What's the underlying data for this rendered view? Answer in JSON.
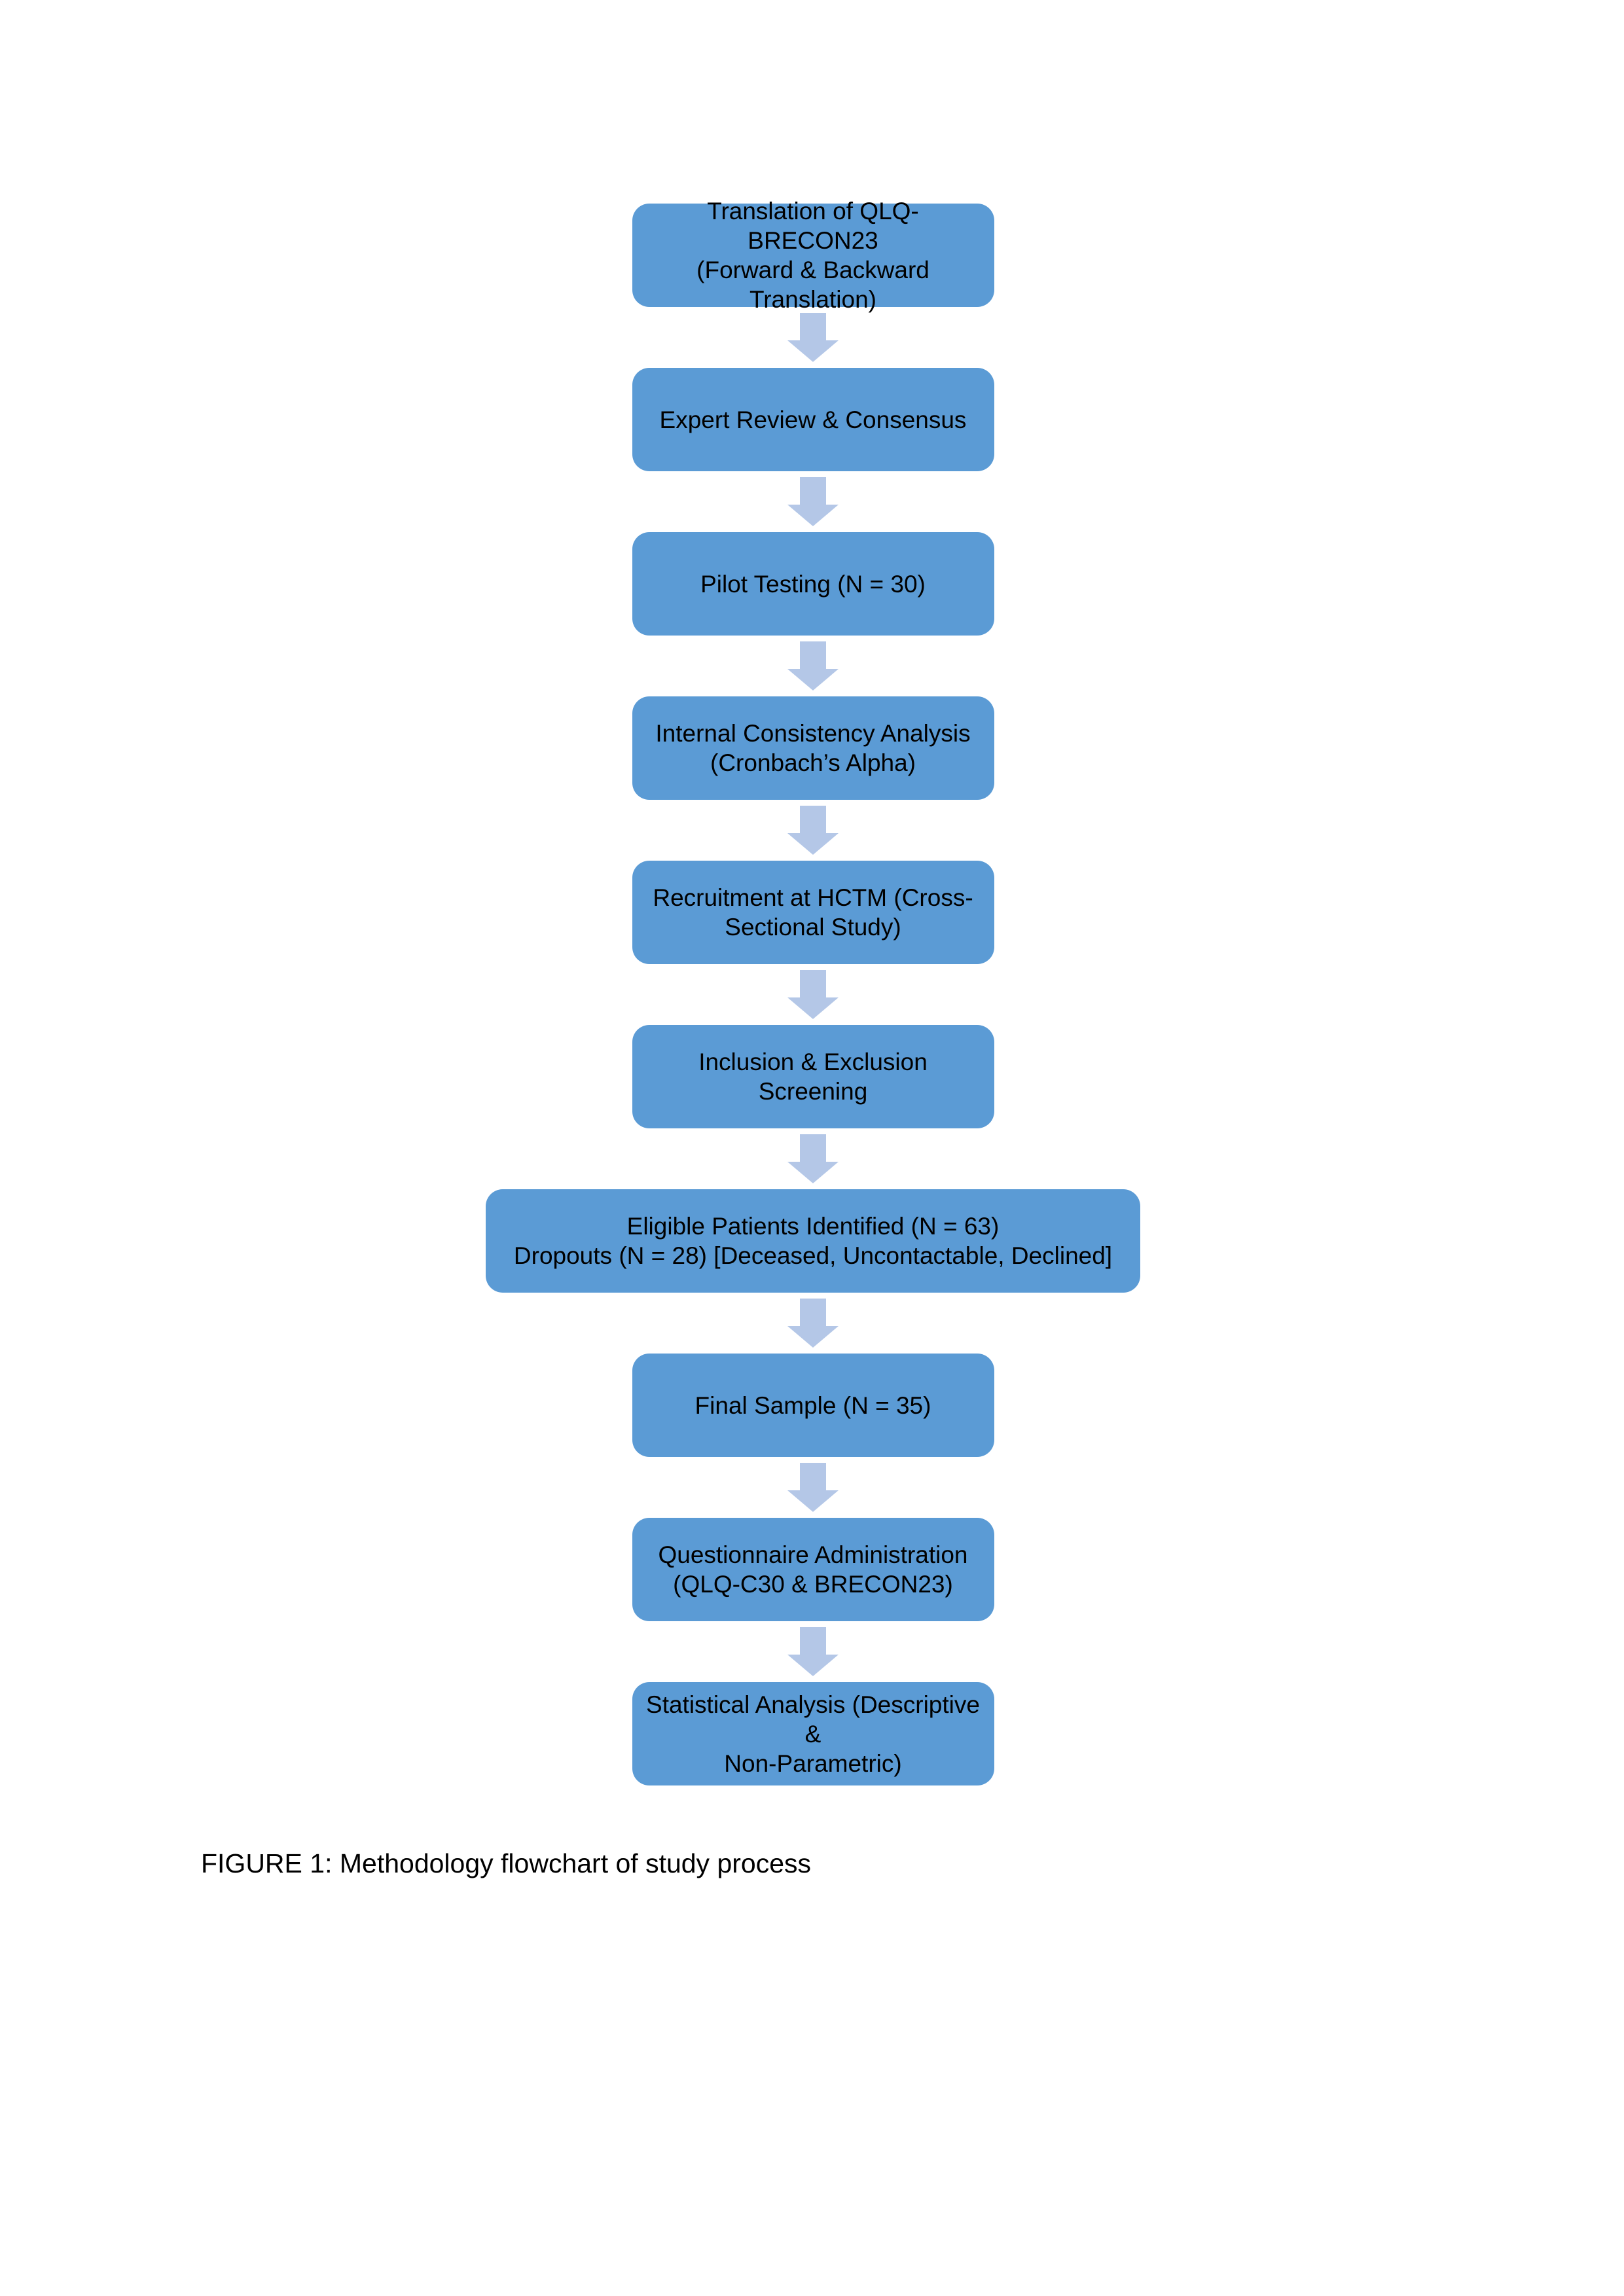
{
  "figure": {
    "caption": "FIGURE 1: Methodology flowchart of study process",
    "steps": [
      {
        "label": "Translation of QLQ-BRECON23\n(Forward & Backward Translation)"
      },
      {
        "label": "Expert Review & Consensus"
      },
      {
        "label": "Pilot Testing (N = 30)"
      },
      {
        "label": "Internal Consistency Analysis\n(Cronbach’s Alpha)"
      },
      {
        "label": "Recruitment at HCTM (Cross-\nSectional Study)"
      },
      {
        "label": "Inclusion & Exclusion Screening"
      },
      {
        "label": "Eligible Patients Identified (N = 63)\nDropouts (N = 28) [Deceased, Uncontactable, Declined]"
      },
      {
        "label": "Final Sample (N = 35)"
      },
      {
        "label": "Questionnaire Administration\n(QLQ-C30 & BRECON23)"
      },
      {
        "label": "Statistical Analysis (Descriptive &\nNon-Parametric)"
      }
    ]
  },
  "colors": {
    "box_fill": "#5B9BD5",
    "arrow_fill": "#B4C7E7",
    "text": "#000000",
    "page_bg": "#FFFFFF"
  }
}
